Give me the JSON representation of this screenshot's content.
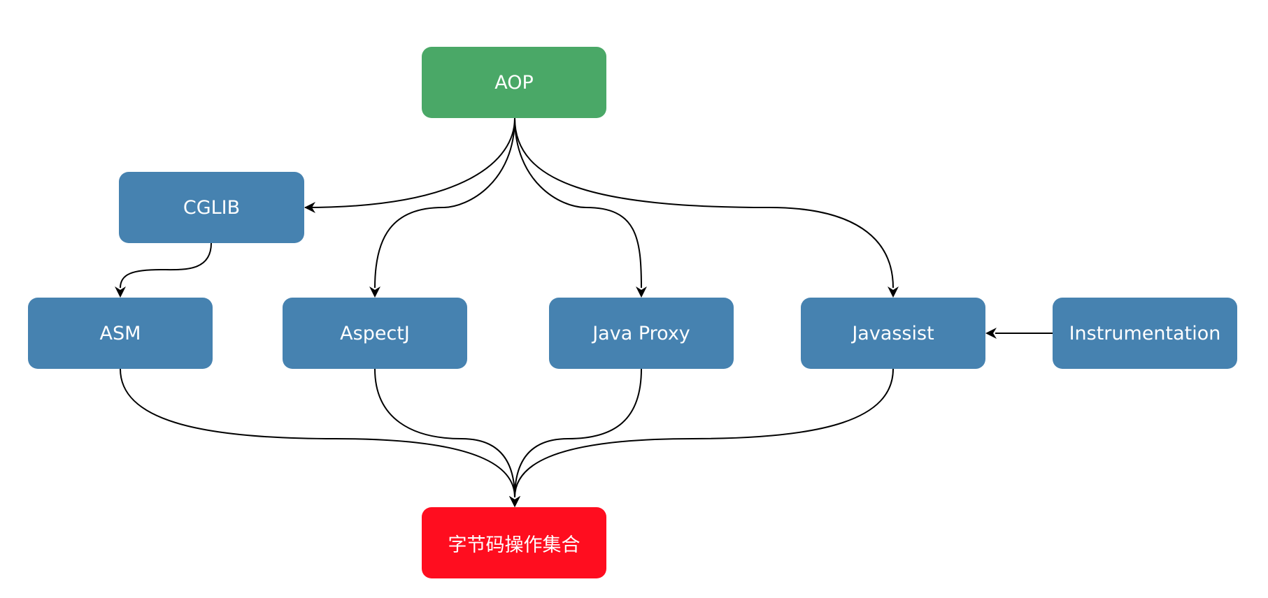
{
  "colors": {
    "root": "#4aa867",
    "tool": "#4682b0",
    "target": "#ff0d1f",
    "edge": "#000000"
  },
  "nodes": {
    "aop": {
      "label": "AOP"
    },
    "cglib": {
      "label": "CGLIB"
    },
    "asm": {
      "label": "ASM"
    },
    "aspectj": {
      "label": "AspectJ"
    },
    "javaproxy": {
      "label": "Java Proxy"
    },
    "javassist": {
      "label": "Javassist"
    },
    "instrumentation": {
      "label": "Instrumentation"
    },
    "bytecode": {
      "label": "字节码操作集合"
    }
  },
  "edges": [
    {
      "from": "aop",
      "to": "cglib"
    },
    {
      "from": "aop",
      "to": "aspectj"
    },
    {
      "from": "aop",
      "to": "javaproxy"
    },
    {
      "from": "aop",
      "to": "javassist"
    },
    {
      "from": "cglib",
      "to": "asm"
    },
    {
      "from": "instrumentation",
      "to": "javassist"
    },
    {
      "from": "asm",
      "to": "bytecode"
    },
    {
      "from": "aspectj",
      "to": "bytecode"
    },
    {
      "from": "javaproxy",
      "to": "bytecode"
    },
    {
      "from": "javassist",
      "to": "bytecode"
    }
  ]
}
